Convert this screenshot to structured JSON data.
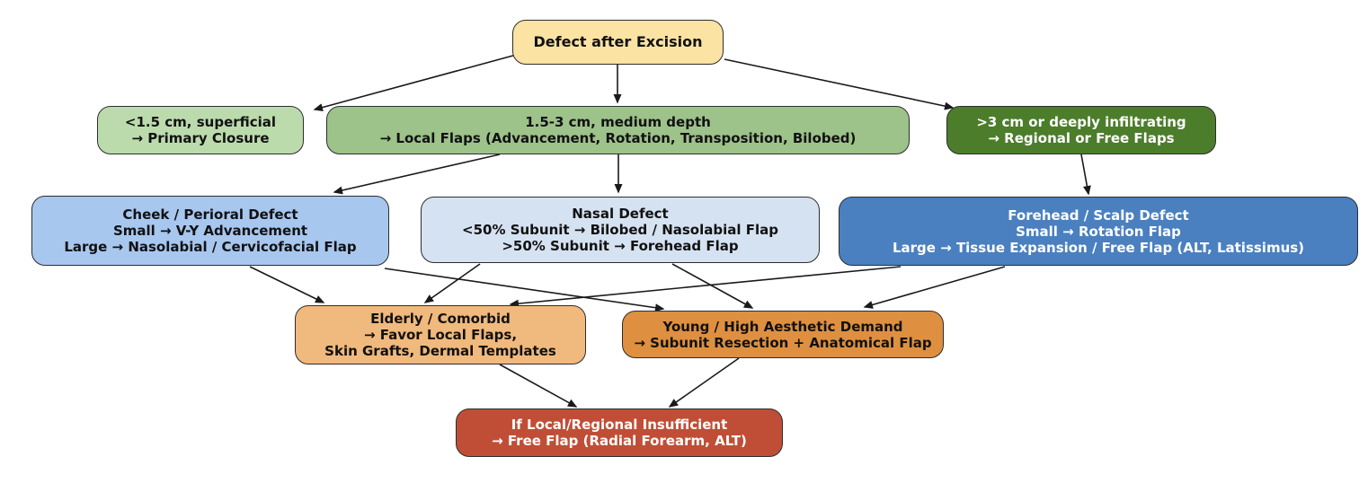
{
  "diagram": {
    "type": "flowchart",
    "background": "#ffffff",
    "edge_color": "#1a1a1a",
    "nodes": [
      {
        "id": "defect-after-excision",
        "bg": "#FAE3A3",
        "text_color": "#111111",
        "lines": [
          "Defect after Excision"
        ]
      },
      {
        "id": "small-defect",
        "bg": "#BCDBAD",
        "text_color": "#111111",
        "lines": [
          "<1.5 cm, superficial",
          "→ Primary Closure"
        ]
      },
      {
        "id": "medium-defect",
        "bg": "#9DC28A",
        "text_color": "#111111",
        "lines": [
          "1.5-3 cm, medium depth",
          "→ Local Flaps (Advancement, Rotation, Transposition, Bilobed)"
        ]
      },
      {
        "id": "large-defect",
        "bg": "#4C7D2B",
        "text_color": "#ffffff",
        "lines": [
          ">3 cm or deeply infiltrating",
          "→ Regional or Free Flaps"
        ]
      },
      {
        "id": "cheek-perioral-defect",
        "bg": "#A8C7EE",
        "text_color": "#111111",
        "lines": [
          "Cheek / Perioral Defect",
          "Small → V-Y Advancement",
          "Large → Nasolabial / Cervicofacial Flap"
        ]
      },
      {
        "id": "nasal-defect",
        "bg": "#D5E2F2",
        "text_color": "#111111",
        "lines": [
          "Nasal Defect",
          "<50% Subunit → Bilobed / Nasolabial Flap",
          ">50% Subunit → Forehead Flap"
        ]
      },
      {
        "id": "forehead-scalp-defect",
        "bg": "#4A80C0",
        "text_color": "#ffffff",
        "lines": [
          "Forehead / Scalp Defect",
          "Small → Rotation Flap",
          "Large → Tissue Expansion / Free Flap (ALT, Latissimus)"
        ]
      },
      {
        "id": "elderly-comorbid",
        "bg": "#F0B97D",
        "text_color": "#111111",
        "lines": [
          "Elderly / Comorbid",
          "→ Favor Local Flaps,",
          "Skin Grafts, Dermal Templates"
        ]
      },
      {
        "id": "young-high-aesthetic",
        "bg": "#DE9040",
        "text_color": "#111111",
        "lines": [
          "Young / High Aesthetic Demand",
          "→ Subunit Resection + Anatomical Flap"
        ]
      },
      {
        "id": "local-regional-insufficient",
        "bg": "#C04E36",
        "text_color": "#ffffff",
        "lines": [
          "If Local/Regional Insufficient",
          "→ Free Flap (Radial Forearm, ALT)"
        ]
      }
    ],
    "edges": [
      {
        "from": "defect-after-excision",
        "to": "small-defect"
      },
      {
        "from": "defect-after-excision",
        "to": "medium-defect"
      },
      {
        "from": "defect-after-excision",
        "to": "large-defect"
      },
      {
        "from": "medium-defect",
        "to": "cheek-perioral-defect"
      },
      {
        "from": "medium-defect",
        "to": "nasal-defect"
      },
      {
        "from": "large-defect",
        "to": "forehead-scalp-defect"
      },
      {
        "from": "cheek-perioral-defect",
        "to": "elderly-comorbid"
      },
      {
        "from": "cheek-perioral-defect",
        "to": "young-high-aesthetic"
      },
      {
        "from": "nasal-defect",
        "to": "elderly-comorbid"
      },
      {
        "from": "nasal-defect",
        "to": "young-high-aesthetic"
      },
      {
        "from": "forehead-scalp-defect",
        "to": "elderly-comorbid"
      },
      {
        "from": "forehead-scalp-defect",
        "to": "young-high-aesthetic"
      },
      {
        "from": "elderly-comorbid",
        "to": "local-regional-insufficient"
      },
      {
        "from": "young-high-aesthetic",
        "to": "local-regional-insufficient"
      }
    ]
  }
}
